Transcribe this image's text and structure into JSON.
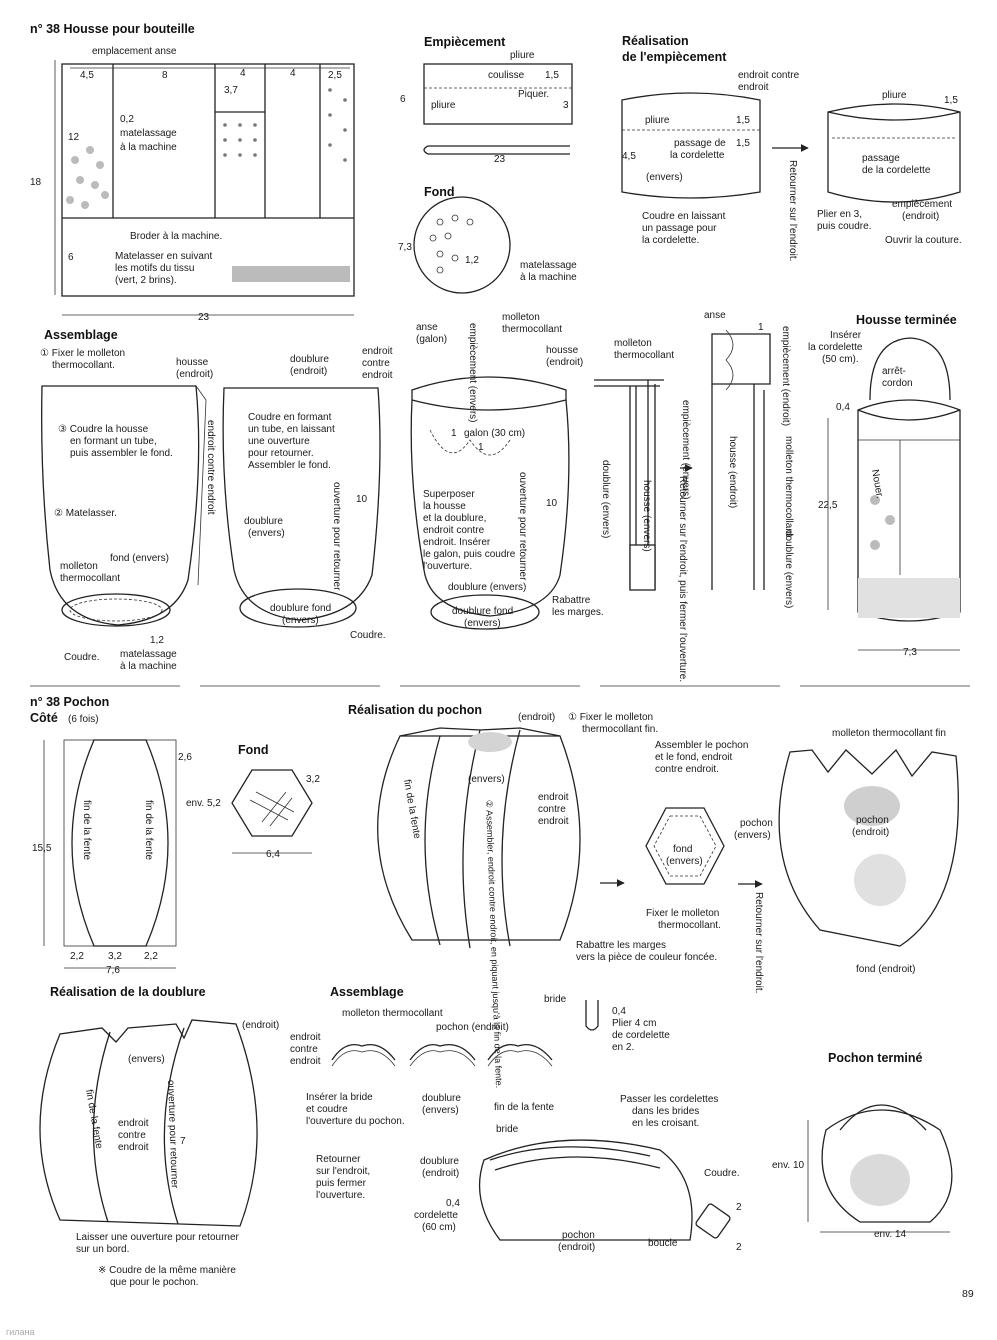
{
  "page_number": "89",
  "watermark": "гилана",
  "housse": {
    "title": "n° 38  Housse pour bouteille",
    "labels": {
      "emplacement_anse": "emplacement anse",
      "m45": "4,5",
      "m8": "8",
      "m4a": "4",
      "m4b": "4",
      "m25": "2,5",
      "m37": "3,7",
      "m02": "0,2",
      "matelassage": "matelassage",
      "a_la_machine": "à la machine",
      "m12": "12",
      "m18": "18",
      "broder": "Broder à la machine.",
      "m6": "6",
      "matelasser1": "Matelasser en suivant",
      "matelasser2": "les motifs du tissu",
      "matelasser3": "(vert, 2 brins).",
      "m23": "23"
    }
  },
  "empiecement": {
    "title": "Empiècement",
    "labels": {
      "pliure_top": "pliure",
      "coulisse": "coulisse",
      "m15": "1,5",
      "piquer": "Piquer.",
      "pliure_left": "pliure",
      "m6": "6",
      "m3": "3",
      "m23": "23"
    }
  },
  "fond": {
    "title": "Fond",
    "labels": {
      "m73": "7,3",
      "m12": "1,2",
      "matelassage": "matelassage",
      "machine": "à la machine"
    }
  },
  "realisation_emp": {
    "title1": "Réalisation",
    "title2": "de l'empiècement",
    "labels": {
      "endroit_contre": "endroit contre",
      "endroit": "endroit",
      "pliure": "pliure",
      "m15a": "1,5",
      "m15b": "1,5",
      "passage1": "passage de",
      "passage2": "la cordelette",
      "m45": "4,5",
      "envers": "(envers)",
      "coudre1": "Coudre en laissant",
      "coudre2": "un passage pour",
      "coudre3": "la cordelette.",
      "retourner": "Retourner sur l'endroit.",
      "pliure2": "pliure",
      "m15c": "1,5",
      "passage3": "passage",
      "passage4": "de la cordelette",
      "emp1": "empiècement",
      "emp2": "(endroit)",
      "plier1": "Plier en 3,",
      "plier2": "puis coudre.",
      "ouvrir": "Ouvrir la couture."
    }
  },
  "assemblage1": {
    "title": "Assemblage",
    "labels": {
      "step1a": "① Fixer le molleton",
      "step1b": "thermocollant.",
      "housse": "housse",
      "housse_endroit": "(endroit)",
      "step3a": "③ Coudre la housse",
      "step3b": "en formant un tube,",
      "step3c": "puis assembler le fond.",
      "endroit_contre_endroit": "endroit contre endroit",
      "step2": "② Matelasser.",
      "fond_envers": "fond (envers)",
      "molleton1": "molleton",
      "molleton2": "thermocollant",
      "m12": "1,2",
      "matelassage": "matelassage",
      "machine": "à la machine",
      "coudre": "Coudre.",
      "doublure": "doublure",
      "doublure_endroit": "(endroit)",
      "ece1": "endroit",
      "ece2": "contre",
      "ece3": "endroit",
      "cf1": "Coudre en formant",
      "cf2": "un tube, en laissant",
      "cf3": "une ouverture",
      "cf4": "pour retourner.",
      "cf5": "Assembler le fond.",
      "ouverture": "ouverture pour retourner",
      "m10": "10",
      "doublure_envers1": "doublure",
      "doublure_envers2": "(envers)",
      "doublure_fond1": "doublure fond",
      "doublure_fond2": "(envers)",
      "coudre2": "Coudre."
    }
  },
  "assemblage2": {
    "labels": {
      "anse1": "anse",
      "anse2": "(galon)",
      "emp_vert": "empiècement (envers)",
      "molleton1": "molleton",
      "molleton2": "thermocollant",
      "housse": "housse",
      "housse_endroit": "(endroit)",
      "galon": "galon (30 cm)",
      "n1a": "1",
      "n1b": "1",
      "sup1": "Superposer",
      "sup2": "la housse",
      "sup3": "et la doublure,",
      "sup4": "endroit contre",
      "sup5": "endroit. Insérer",
      "sup6": "le galon, puis coudre",
      "sup7": "l'ouverture.",
      "ouverture": "ouverture pour retourner",
      "m10": "10",
      "doublure_envers": "doublure (envers)",
      "doublure_fond1": "doublure fond",
      "doublure_fond2": "(envers)",
      "rabattre1": "Rabattre",
      "rabattre2": "les marges."
    }
  },
  "assemblage3": {
    "labels": {
      "molleton1": "molleton",
      "molleton2": "thermocollant",
      "emp_envers": "empiècement (envers)",
      "doublure_envers": "doublure (envers)",
      "housse_envers": "housse (envers)",
      "retourner": "Retourner sur l'endroit, puis fermer l'ouverture.",
      "anse": "anse",
      "n1": "1",
      "emp_endroit": "empiècement (endroit)",
      "housse_endroit": "housse (endroit)",
      "molleton_vert": "molleton thermocollant",
      "doublure_vert": "doublure (envers)"
    }
  },
  "housse_terminee": {
    "title": "Housse terminée",
    "labels": {
      "inserer1": "Insérer",
      "inserer2": "la cordelette",
      "inserer3": "(50 cm).",
      "arret1": "arrêt-",
      "arret2": "cordon",
      "m04": "0,4",
      "m225": "22,5",
      "nouer": "Nouer.",
      "m73": "7,3"
    }
  },
  "pochon": {
    "title": "n° 38  Pochon",
    "subtitle_bold": "Côté",
    "subtitle": "(6 fois)",
    "labels": {
      "m26": "2,6",
      "m155": "15,5",
      "fente1": "fin de la fente",
      "fente2": "fin de la fente",
      "m22a": "2,2",
      "m32": "3,2",
      "m22b": "2,2",
      "m76": "7,6"
    },
    "fond": {
      "title": "Fond",
      "labels": {
        "m32": "3,2",
        "env52": "env. 5,2",
        "m64": "6,4"
      }
    }
  },
  "realisation_pochon": {
    "title": "Réalisation du pochon",
    "labels": {
      "endroit": "(endroit)",
      "step1a": "① Fixer le molleton",
      "step1b": "thermocollant fin.",
      "envers": "(envers)",
      "ece1": "endroit",
      "ece2": "contre",
      "ece3": "endroit",
      "fente": "fin de la fente",
      "step2": "② Assembler, endroit contre endroit, en piquant jusqu'à la fin de la fente.",
      "ass1": "Assembler le pochon",
      "ass2": "et le fond, endroit",
      "ass3": "contre endroit.",
      "pochon": "pochon",
      "pochon_envers": "(envers)",
      "fond": "fond",
      "fond_envers": "(envers)",
      "fixer1": "Fixer le molleton",
      "fixer2": "thermocollant.",
      "rabattre1": "Rabattre les marges",
      "rabattre2": "vers la pièce de couleur foncée.",
      "retourner": "Retourner sur l'endroit.",
      "molleton_fin": "molleton thermocollant fin",
      "pochon_e1": "pochon",
      "pochon_e2": "(endroit)",
      "fond_endroit": "fond (endroit)"
    }
  },
  "realisation_doublure": {
    "title": "Réalisation de la doublure",
    "labels": {
      "endroit": "(endroit)",
      "envers": "(envers)",
      "fente": "fin de la fente",
      "ece1": "endroit",
      "ece2": "contre",
      "ece3": "endroit",
      "ouverture": "ouverture pour retourner",
      "m7": "7",
      "laisser1": "Laisser une ouverture pour retourner",
      "laisser2": "sur un bord.",
      "note1": "※ Coudre de la même manière",
      "note2": "que pour le pochon."
    }
  },
  "assemblage_pochon": {
    "title": "Assemblage",
    "labels": {
      "molleton": "molleton thermocollant",
      "pochon_endroit": "pochon (endroit)",
      "ece1": "endroit",
      "ece2": "contre",
      "ece3": "endroit",
      "inserer1": "Insérer la bride",
      "inserer2": "et coudre",
      "inserer3": "l'ouverture du pochon.",
      "doublure1": "doublure",
      "doublure2": "(envers)",
      "fente": "fin de la fente",
      "bride": "bride",
      "m04": "0,4",
      "plier1": "Plier 4 cm",
      "plier2": "de cordelette",
      "plier3": "en 2.",
      "retourner1": "Retourner",
      "retourner2": "sur l'endroit,",
      "retourner3": "puis fermer",
      "retourner4": "l'ouverture.",
      "passer1": "Passer les cordelettes",
      "passer2": "dans les brides",
      "passer3": "en les croisant.",
      "bride2": "bride",
      "doublure_e1": "doublure",
      "doublure_e2": "(endroit)",
      "cord1": "0,4",
      "cord2": "cordelette",
      "cord3": "(60 cm)",
      "coudre": "Coudre.",
      "m2a": "2",
      "m2b": "2",
      "pochon1": "pochon",
      "pochon2": "(endroit)",
      "boucle": "boucle"
    }
  },
  "pochon_termine": {
    "title": "Pochon terminé",
    "labels": {
      "env10": "env. 10",
      "env14": "env. 14"
    }
  }
}
